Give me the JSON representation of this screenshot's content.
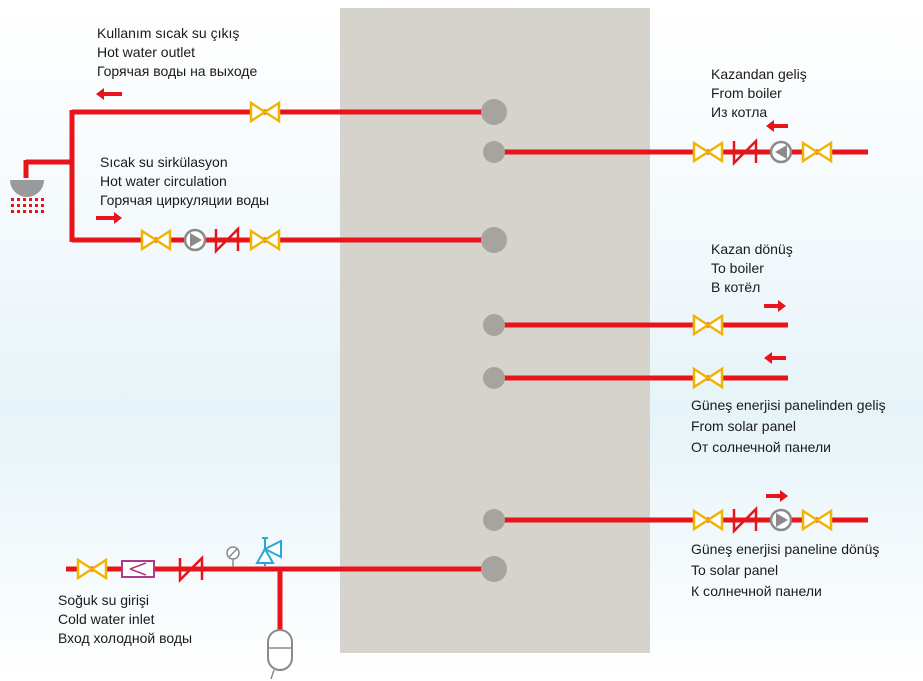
{
  "colors": {
    "pipe": "#e8141b",
    "valve": "#f0b400",
    "tank": "#d6d3cd",
    "port": "#a7a4a0",
    "arrow": "#e8141b",
    "device": "#8a8a8a",
    "safety": "#2aa6d8",
    "filter": "#b03a8a"
  },
  "labels": {
    "hot_water_outlet": {
      "tr": "Kullanım sıcak su çıkış",
      "en": "Hot water outlet",
      "ru": "Горячая воды на выходе"
    },
    "hot_water_circulation": {
      "tr": "Sıcak su sirkülasyon",
      "en": "Hot water circulation",
      "ru": "Горячая циркуляции воды"
    },
    "from_boiler": {
      "tr": "Kazandan geliş",
      "en": "From boiler",
      "ru": "Из котла"
    },
    "to_boiler": {
      "tr": "Kazan dönüş",
      "en": "To boiler",
      "ru": "В котёл"
    },
    "from_solar_panel": {
      "tr": "Güneş enerjisi panelinden geliş",
      "en": "From solar panel",
      "ru": "От солнечной панели"
    },
    "to_solar_panel": {
      "tr": "Güneş enerjisi paneline dönüş",
      "en": "To solar panel",
      "ru": "К солнечной панели"
    },
    "cold_water_inlet": {
      "tr": "Soğuk su girişi",
      "en": "Cold water inlet",
      "ru": "Вход холодной воды"
    }
  },
  "icons": {
    "valve": "gate-valve-icon",
    "pump": "circulation-pump-icon",
    "check_valve": "check-valve-icon",
    "shower": "shower-icon",
    "expansion_vessel": "expansion-vessel-icon",
    "safety_valve": "safety-valve-icon",
    "pressure_gauge": "pressure-gauge-icon",
    "filter": "filter-icon"
  }
}
